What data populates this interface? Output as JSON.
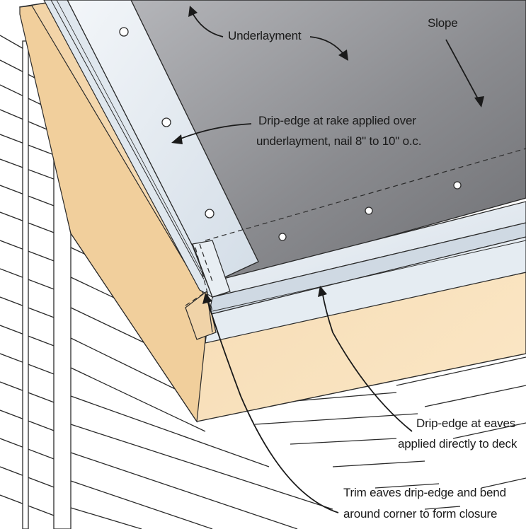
{
  "labels": {
    "underlayment": "Underlayment",
    "slope": "Slope",
    "rake_line1": "Drip-edge at rake applied over",
    "rake_line2": "underlayment, nail 8\" to 10\" o.c.",
    "eaves_line1": "Drip-edge at eaves",
    "eaves_line2": "applied directly to deck",
    "trim_line1": "Trim eaves drip-edge and bend",
    "trim_line2": "around corner to form closure"
  },
  "colors": {
    "underlayment": "#7d7e82",
    "fascia": "#f6dcb2",
    "metal": "#e2e9f0",
    "siding_line": "#2b2b2b",
    "outline": "#333333"
  }
}
